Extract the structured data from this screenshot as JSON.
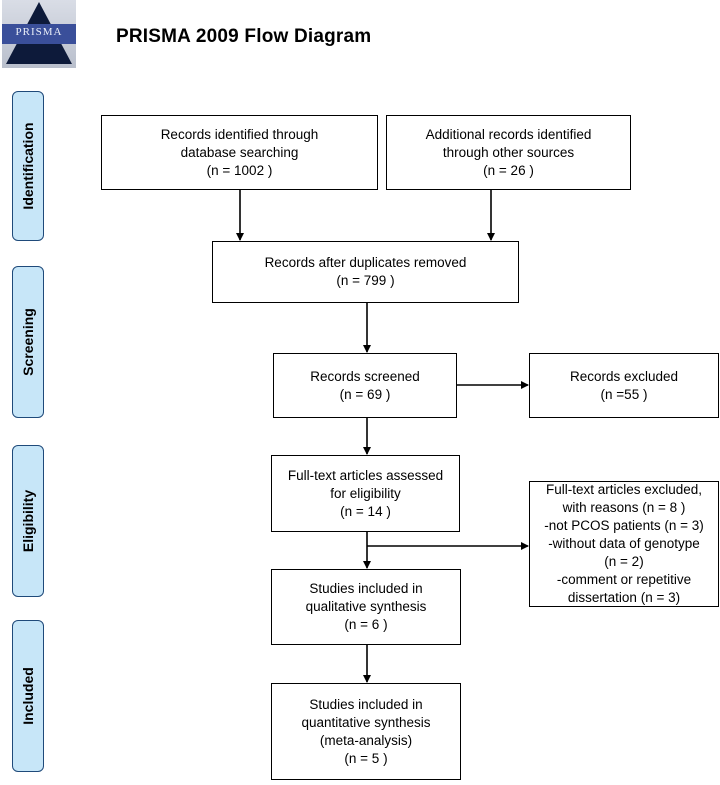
{
  "logo": {
    "text": "PRISMA"
  },
  "title": "PRISMA 2009 Flow Diagram",
  "phases": {
    "identification": "Identification",
    "screening": "Screening",
    "eligibility": "Eligibility",
    "included": "Included"
  },
  "boxes": {
    "database": [
      "Records identified through",
      "database searching",
      "(n =  1002 )"
    ],
    "other_sources": [
      "Additional records identified",
      "through other sources",
      "(n =  26 )"
    ],
    "duplicates_removed": [
      "Records after duplicates removed",
      "(n =  799 )"
    ],
    "screened": [
      "Records screened",
      "(n =  69 )"
    ],
    "excluded": [
      "Records excluded",
      "(n =55  )"
    ],
    "fulltext_assessed": [
      "Full-text articles assessed",
      "for eligibility",
      "(n =  14 )"
    ],
    "fulltext_excluded": [
      "Full-text articles excluded,",
      "with reasons (n =  8 )",
      "-not PCOS patients (n = 3)",
      "-without data of genotype",
      "(n = 2)",
      "-comment or repetitive",
      "dissertation (n = 3)"
    ],
    "qualitative": [
      "Studies included in",
      "qualitative synthesis",
      "(n =  6 )"
    ],
    "quantitative": [
      "Studies included in",
      "quantitative synthesis",
      "(meta-analysis)",
      "(n =  5 )"
    ]
  }
}
